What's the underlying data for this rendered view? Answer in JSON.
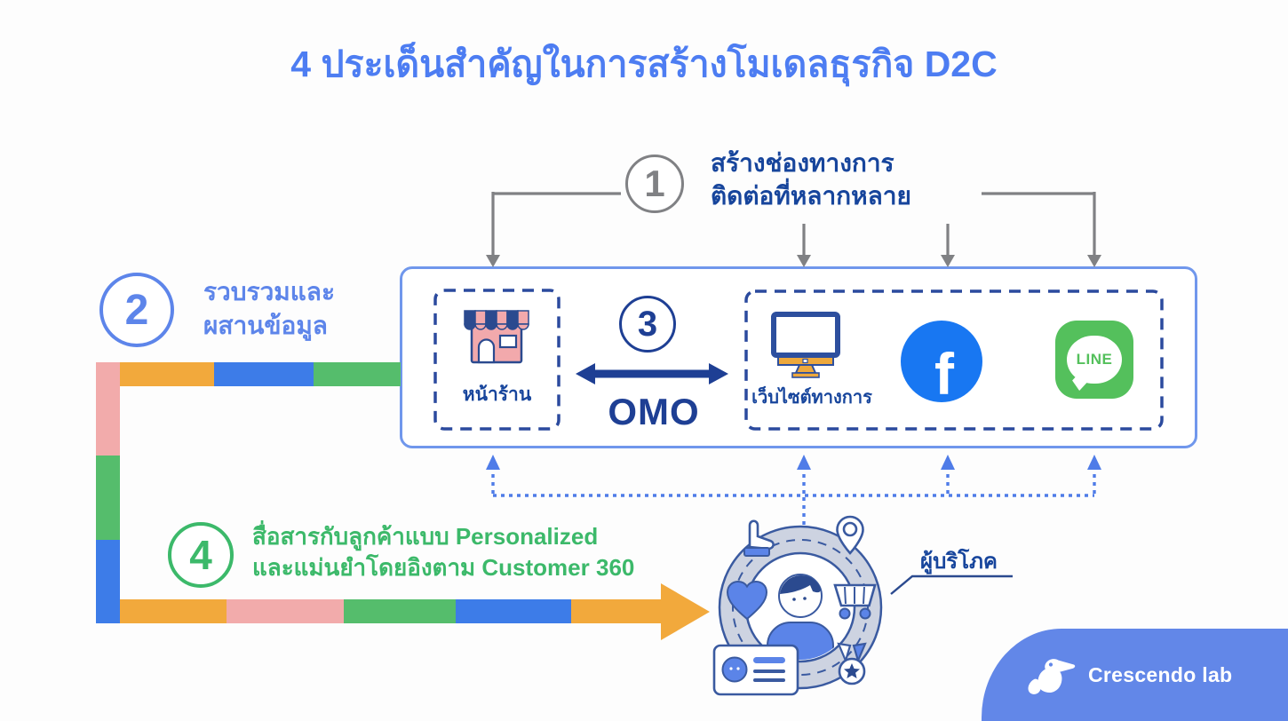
{
  "title": {
    "text": "4 ประเด็นสำคัญในการสร้างโมเดลธุรกิจ D2C"
  },
  "steps": {
    "step1": {
      "number": "1",
      "line1": "สร้างช่องทางการ",
      "line2": "ติดต่อที่หลากหลาย"
    },
    "step2": {
      "number": "2",
      "line1": "รวบรวมและ",
      "line2": "ผสานข้อมูล"
    },
    "step3": {
      "number": "3",
      "label": "OMO"
    },
    "step4": {
      "number": "4",
      "line1": "สื่อสารกับลูกค้าแบบ Personalized",
      "line2": "และแม่นยำโดยอิงตาม Customer 360"
    }
  },
  "channels": {
    "offline": {
      "label": "หน้าร้าน"
    },
    "online": {
      "website_label": "เว็บไซต์ทางการ",
      "line_badge_text": "LINE",
      "facebook_glyph": "f"
    }
  },
  "consumer": {
    "label": "ผู้บริโภค"
  },
  "brand": {
    "name": "Crescendo lab"
  },
  "icons": {
    "offline_channel": "storefront-icon",
    "website": "monitor-icon",
    "facebook": "facebook-icon",
    "line": "line-icon",
    "consumer_ring": [
      "cursor-hand-icon",
      "location-pin-icon",
      "heart-icon",
      "shopping-cart-icon",
      "id-card-icon",
      "medal-icon"
    ],
    "brand": "pelican-logo-icon"
  },
  "colors": {
    "title_blue": "#4d7df2",
    "navy_text": "#17459c",
    "step2_blue": "#5d85ea",
    "step4_green": "#3cb96a",
    "connector_gray": "#808184",
    "box_border_blue": "#7097ec",
    "dashed_navy": "#2b4a9e",
    "dashed_arrow_blue": "#4f7ce8",
    "facebook_blue": "#1877f2",
    "line_green": "#54c05c",
    "path_orange": "#f2a93c",
    "path_pink": "#f2abab",
    "path_green": "#55bd6c",
    "path_blue": "#3d7ce8",
    "brand_panel_blue": "#6287e8"
  }
}
